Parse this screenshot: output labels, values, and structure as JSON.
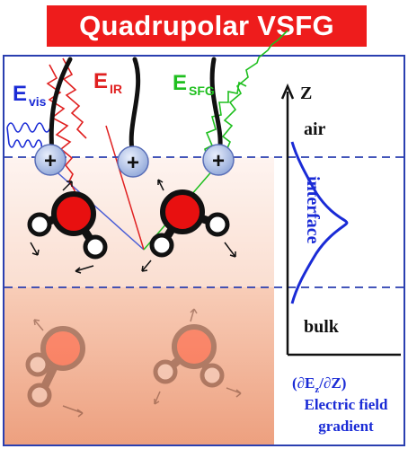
{
  "title": "Quadrupolar VSFG",
  "fields": {
    "vis": {
      "main": "E",
      "sub": "vis"
    },
    "ir": {
      "main": "E",
      "sub": "IR"
    },
    "sfg": {
      "main": "E",
      "sub": "SFG"
    }
  },
  "charge_symbol": "+",
  "axis_label": "Z",
  "regions": {
    "air": "air",
    "interface": "interface",
    "bulk": "bulk"
  },
  "gradient": {
    "formula_open": "(∂E",
    "formula_sub": "z",
    "formula_close": "/∂Z)",
    "line1": "Electric field",
    "line2": "gradient"
  },
  "colors": {
    "banner": "#ee1c1c",
    "vis": "#1a2bd6",
    "ir": "#e02020",
    "sfg": "#1fbf1f",
    "gradient": "#1a2bd6",
    "water_oxygen": "#e81010"
  }
}
